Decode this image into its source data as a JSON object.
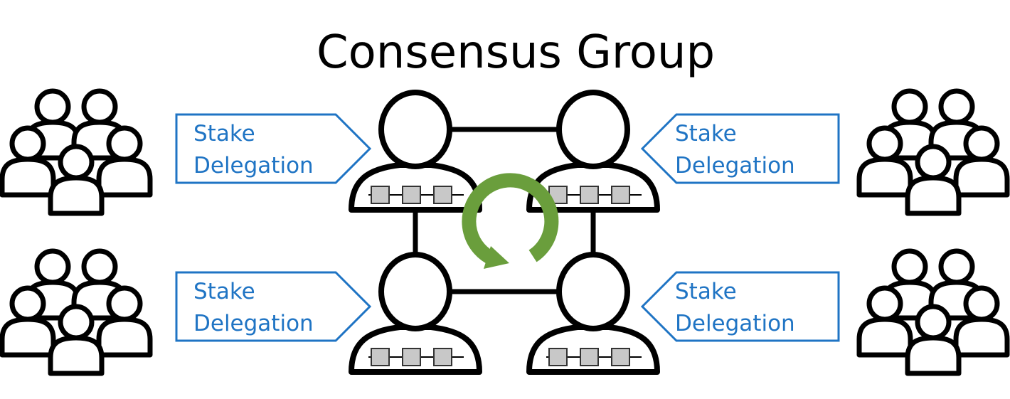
{
  "title": "Consensus Group",
  "colors": {
    "stroke": "#000000",
    "delegation": "#1f74c4",
    "cycle": "#6a9e3c",
    "block_fill": "#c8c8c8"
  },
  "delegations": [
    {
      "line1": "Stake",
      "line2": "Delegation",
      "direction": "right"
    },
    {
      "line1": "Stake",
      "line2": "Delegation",
      "direction": "left"
    },
    {
      "line1": "Stake",
      "line2": "Delegation",
      "direction": "right"
    },
    {
      "line1": "Stake",
      "line2": "Delegation",
      "direction": "left"
    }
  ],
  "icons": {
    "delegator_group": "people-group-icon",
    "validator": "validator-node-icon",
    "consensus_cycle": "rotate-cycle-icon",
    "block": "block-icon"
  },
  "blocks_per_validator": 3,
  "validator_count": 4,
  "delegator_group_count": 4
}
